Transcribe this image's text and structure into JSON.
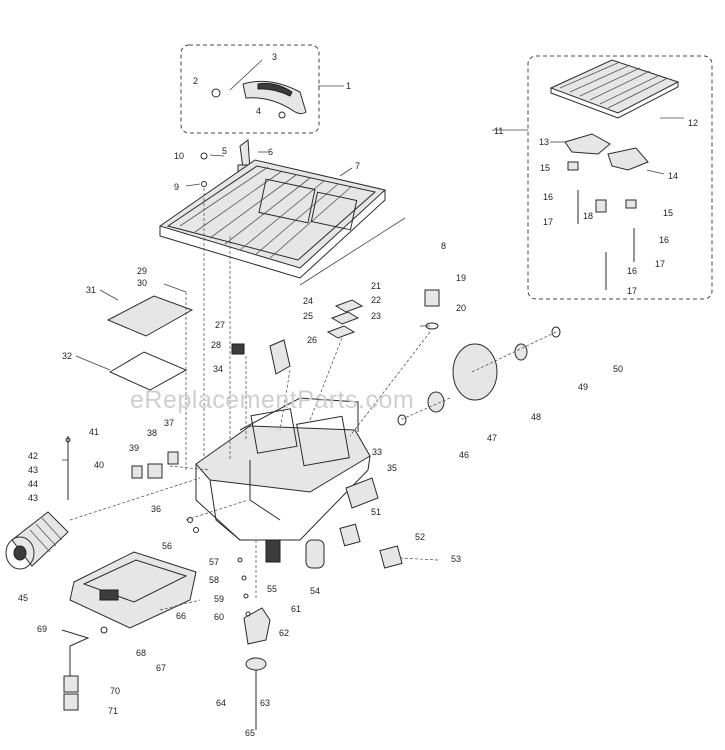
{
  "watermark": "eReplacementParts.com",
  "callouts": [
    {
      "id": "c1",
      "text": "1"
    },
    {
      "id": "c2",
      "text": "2"
    },
    {
      "id": "c3",
      "text": "3"
    },
    {
      "id": "c4",
      "text": "4"
    },
    {
      "id": "c5",
      "text": "5"
    },
    {
      "id": "c6",
      "text": "6"
    },
    {
      "id": "c7",
      "text": "7"
    },
    {
      "id": "c8",
      "text": "8"
    },
    {
      "id": "c9",
      "text": "9"
    },
    {
      "id": "c10",
      "text": "10"
    },
    {
      "id": "c11",
      "text": "11"
    },
    {
      "id": "c12",
      "text": "12"
    },
    {
      "id": "c13",
      "text": "13"
    },
    {
      "id": "c14",
      "text": "14"
    },
    {
      "id": "c15a",
      "text": "15"
    },
    {
      "id": "c15b",
      "text": "15"
    },
    {
      "id": "c16a",
      "text": "16"
    },
    {
      "id": "c16b",
      "text": "16"
    },
    {
      "id": "c16c",
      "text": "16"
    },
    {
      "id": "c17a",
      "text": "17"
    },
    {
      "id": "c17b",
      "text": "17"
    },
    {
      "id": "c17c",
      "text": "17"
    },
    {
      "id": "c18",
      "text": "18"
    },
    {
      "id": "c19",
      "text": "19"
    },
    {
      "id": "c20",
      "text": "20"
    },
    {
      "id": "c21",
      "text": "21"
    },
    {
      "id": "c22",
      "text": "22"
    },
    {
      "id": "c23",
      "text": "23"
    },
    {
      "id": "c24",
      "text": "24"
    },
    {
      "id": "c25",
      "text": "25"
    },
    {
      "id": "c26",
      "text": "26"
    },
    {
      "id": "c27",
      "text": "27"
    },
    {
      "id": "c28",
      "text": "28"
    },
    {
      "id": "c29",
      "text": "29"
    },
    {
      "id": "c30",
      "text": "30"
    },
    {
      "id": "c31",
      "text": "31"
    },
    {
      "id": "c32",
      "text": "32"
    },
    {
      "id": "c33",
      "text": "33"
    },
    {
      "id": "c34",
      "text": "34"
    },
    {
      "id": "c35",
      "text": "35"
    },
    {
      "id": "c36",
      "text": "36"
    },
    {
      "id": "c37",
      "text": "37"
    },
    {
      "id": "c38",
      "text": "38"
    },
    {
      "id": "c39",
      "text": "39"
    },
    {
      "id": "c40",
      "text": "40"
    },
    {
      "id": "c41",
      "text": "41"
    },
    {
      "id": "c42",
      "text": "42"
    },
    {
      "id": "c43a",
      "text": "43"
    },
    {
      "id": "c44",
      "text": "44"
    },
    {
      "id": "c43b",
      "text": "43"
    },
    {
      "id": "c45",
      "text": "45"
    },
    {
      "id": "c46",
      "text": "46"
    },
    {
      "id": "c47",
      "text": "47"
    },
    {
      "id": "c48",
      "text": "48"
    },
    {
      "id": "c49",
      "text": "49"
    },
    {
      "id": "c50",
      "text": "50"
    },
    {
      "id": "c51",
      "text": "51"
    },
    {
      "id": "c52",
      "text": "52"
    },
    {
      "id": "c53",
      "text": "53"
    },
    {
      "id": "c54",
      "text": "54"
    },
    {
      "id": "c55",
      "text": "55"
    },
    {
      "id": "c56",
      "text": "56"
    },
    {
      "id": "c57",
      "text": "57"
    },
    {
      "id": "c58",
      "text": "58"
    },
    {
      "id": "c59",
      "text": "59"
    },
    {
      "id": "c60",
      "text": "60"
    },
    {
      "id": "c61",
      "text": "61"
    },
    {
      "id": "c62",
      "text": "62"
    },
    {
      "id": "c63",
      "text": "63"
    },
    {
      "id": "c64",
      "text": "64"
    },
    {
      "id": "c65",
      "text": "65"
    },
    {
      "id": "c66",
      "text": "66"
    },
    {
      "id": "c67",
      "text": "67"
    },
    {
      "id": "c68",
      "text": "68"
    },
    {
      "id": "c69",
      "text": "69"
    },
    {
      "id": "c70",
      "text": "70"
    },
    {
      "id": "c71",
      "text": "71"
    }
  ]
}
